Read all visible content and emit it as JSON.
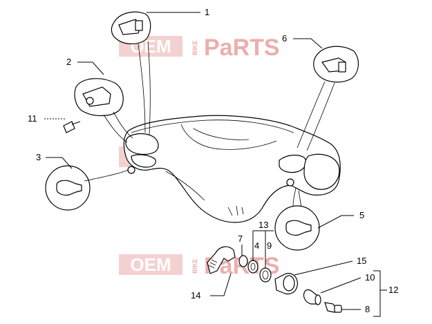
{
  "watermark": {
    "left_text": "OEM",
    "middle_text": "BIKE",
    "right_text": "PaRTS",
    "color": "#e8a0a0"
  },
  "callouts": {
    "c1": "1",
    "c2": "2",
    "c3": "3",
    "c4": "4",
    "c5": "5",
    "c6": "6",
    "c7": "7",
    "c8": "8",
    "c9": "9",
    "c10": "10",
    "c11": "11",
    "c12": "12",
    "c13": "13",
    "c14": "14",
    "c15": "15"
  }
}
